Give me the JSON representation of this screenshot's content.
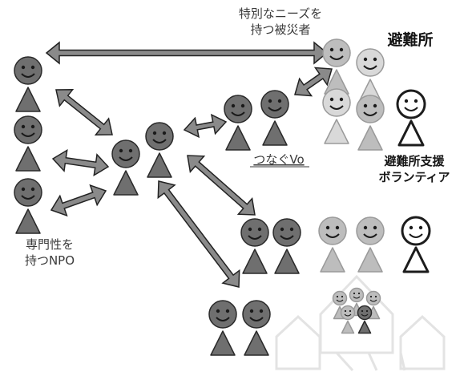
{
  "labels": {
    "special_needs_line1": "特別なニーズを",
    "special_needs_line2": "持つ被災者",
    "shelter": "避難所",
    "shelter_support_line1": "避難所支援",
    "shelter_support_line2": "ボランティア",
    "connecting_vo": "つなぐVo",
    "npo_line1": "専門性を",
    "npo_line2": "持つNPO"
  },
  "colors": {
    "dark_person": "#6f6f6f",
    "light_person": "#bdbdbd",
    "pale_person": "#d9d9d9",
    "outline_person": "#1c1c1c",
    "arrow_fill": "#8a8a8a",
    "arrow_stroke": "#222222",
    "text": "#3a3a3a"
  }
}
